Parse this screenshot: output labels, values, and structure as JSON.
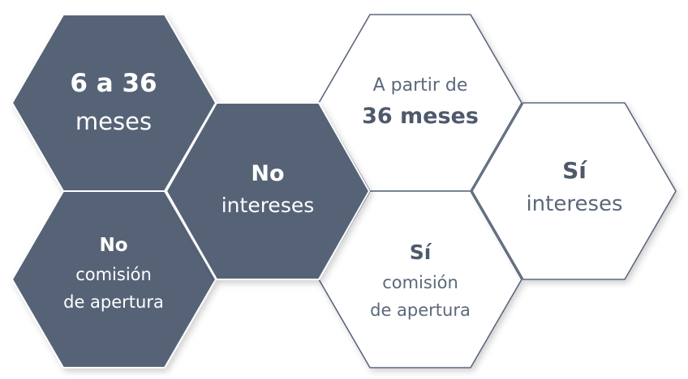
{
  "hexagons": [
    {
      "id": "hex-plazo-corto",
      "style": "dark",
      "lines": [
        "6 a 36",
        "meses"
      ]
    },
    {
      "id": "hex-sin-intereses",
      "style": "dark",
      "lines": [
        "No",
        "intereses"
      ]
    },
    {
      "id": "hex-sin-comision",
      "style": "dark",
      "lines": [
        "No",
        "comisión",
        "de apertura"
      ]
    },
    {
      "id": "hex-plazo-largo",
      "style": "light",
      "lines": [
        "A partir de",
        "36 meses"
      ]
    },
    {
      "id": "hex-con-intereses",
      "style": "light",
      "lines": [
        "Sí",
        "intereses"
      ]
    },
    {
      "id": "hex-con-comision",
      "style": "light",
      "lines": [
        "Sí",
        "comisión",
        "de apertura"
      ]
    }
  ],
  "colors": {
    "dark_fill": "#566477",
    "light_stroke": "#5b687b",
    "light_text": "#5b687b",
    "dark_text": "#ffffff"
  }
}
